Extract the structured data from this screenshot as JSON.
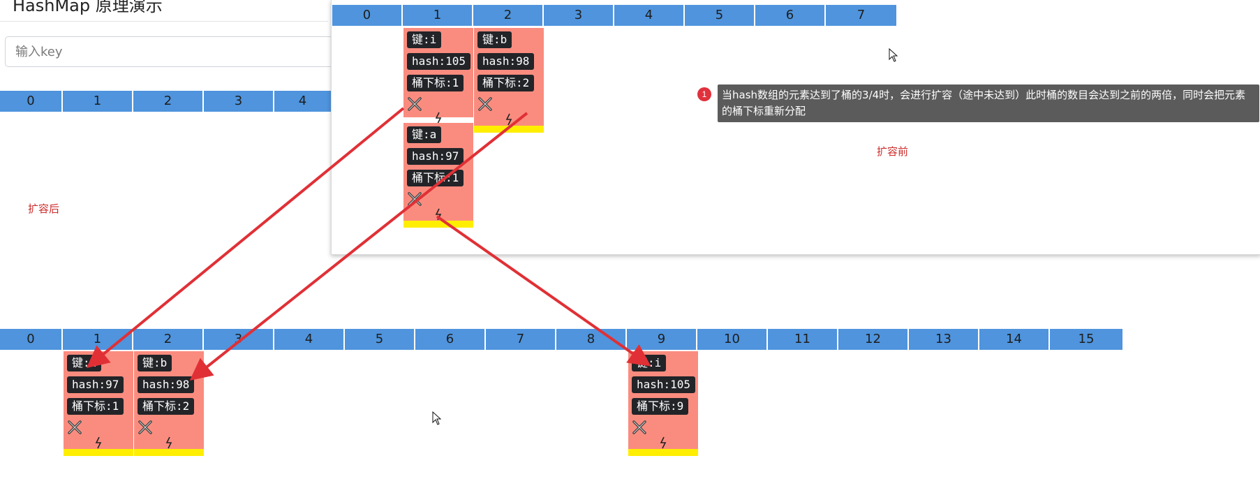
{
  "header": {
    "title": "HashMap 原理演示"
  },
  "key_input": {
    "placeholder": "输入key",
    "value": ""
  },
  "old_table": {
    "buckets": [
      "0",
      "1",
      "2",
      "3",
      "4",
      "5",
      "6",
      "7"
    ],
    "nodes": [
      {
        "key": "键:i",
        "hash": "hash:105",
        "index": "桶下标:1"
      },
      {
        "key": "键:b",
        "hash": "hash:98",
        "index": "桶下标:2"
      },
      {
        "key": "键:a",
        "hash": "hash:97",
        "index": "桶下标:1"
      }
    ]
  },
  "bg_table": {
    "buckets": [
      "0",
      "1",
      "2",
      "3",
      "4"
    ]
  },
  "new_table": {
    "buckets": [
      "0",
      "1",
      "2",
      "3",
      "4",
      "5",
      "6",
      "7",
      "8",
      "9",
      "10",
      "11",
      "12",
      "13",
      "14",
      "15"
    ],
    "nodes": [
      {
        "key": "键:a",
        "hash": "hash:97",
        "index": "桶下标:1"
      },
      {
        "key": "键:b",
        "hash": "hash:98",
        "index": "桶下标:2"
      },
      {
        "key": "键:i",
        "hash": "hash:105",
        "index": "桶下标:9"
      }
    ]
  },
  "annotations": {
    "badge": "1",
    "note": "当hash数组的元素达到了桶的3/4时，会进行扩容（途中未达到）此时桶的数目会达到之前的两倍，同时会把元素的桶下标重新分配",
    "before_label": "扩容前",
    "after_label": "扩容后"
  },
  "icons": {
    "delete": "delete-x-icon",
    "link": "next-link-icon",
    "cursor": "mouse-cursor-icon"
  },
  "colors": {
    "bucket": "#4f94dd",
    "node": "#fa8c7f",
    "node_foot": "#ffee00",
    "arrow": "#e03036",
    "chip": "#222428"
  }
}
